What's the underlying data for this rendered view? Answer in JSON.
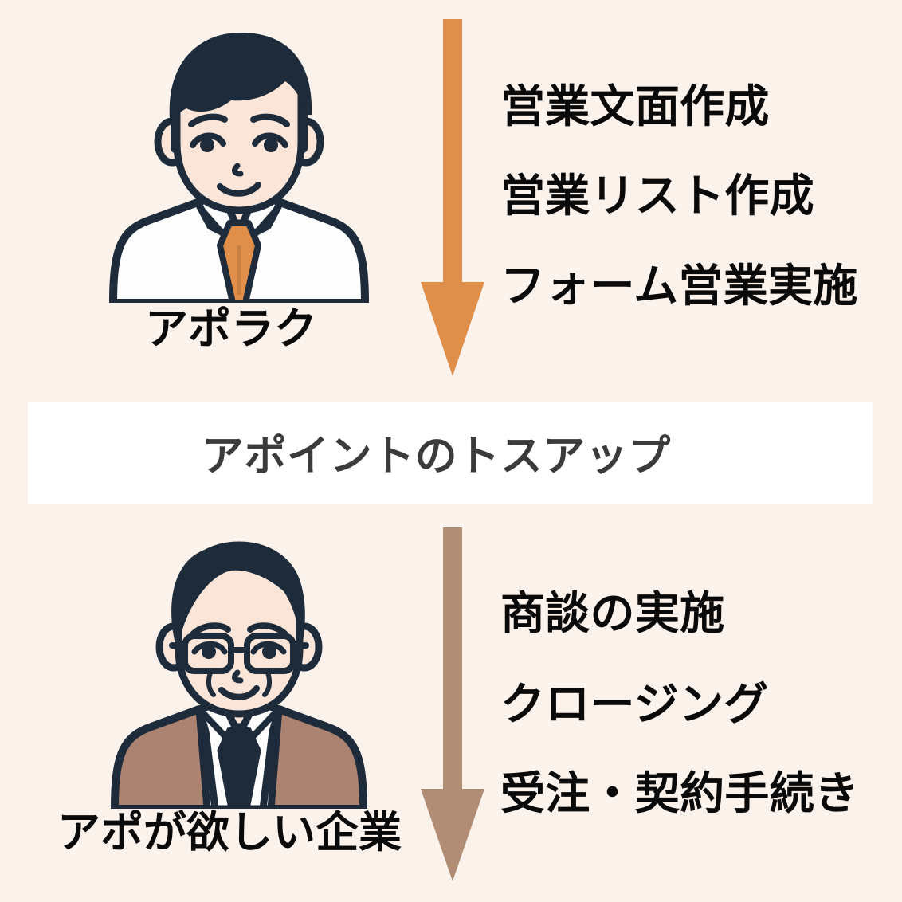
{
  "theme": {
    "background_color": "#fbf2ec",
    "banner_background": "#ffffff",
    "top_arrow_color": "#df8f49",
    "bottom_arrow_color": "#b28d76",
    "text_color": "#0a0a0a",
    "banner_text_color": "#3b3b3b",
    "avatar_outline_color": "#1d2b3a",
    "skin_color": "#fbe5d8",
    "shirt_color": "#fdfdfd",
    "tie_orange": "#df8f49",
    "suit_brown": "#ab8370",
    "hair_color": "#1d2b3a"
  },
  "top_section": {
    "actor": {
      "caption": "アポラク",
      "avatar_icon": "young-businessman-avatar"
    },
    "arrow": {
      "icon": "down-arrow-icon",
      "color": "#df8f49",
      "direction": "down"
    },
    "tasks": [
      "営業文面作成",
      "営業リスト作成",
      "フォーム営業実施"
    ]
  },
  "middle_banner": {
    "label": "アポイントのトスアップ"
  },
  "bottom_section": {
    "actor": {
      "caption": "アポが欲しい企業",
      "avatar_icon": "senior-businessman-avatar"
    },
    "arrow": {
      "icon": "down-arrow-icon",
      "color": "#b28d76",
      "direction": "down"
    },
    "tasks": [
      "商談の実施",
      "クロージング",
      "受注・契約手続き"
    ]
  }
}
